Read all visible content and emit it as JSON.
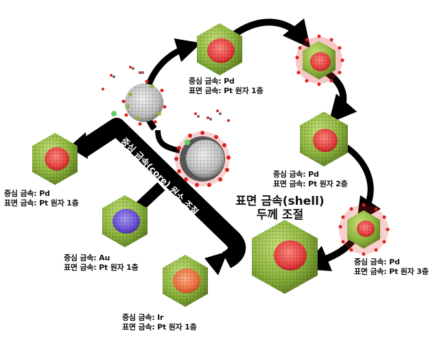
{
  "title_shell": {
    "line1": "표면 금속(shell)",
    "line2": "두께 조절"
  },
  "core_band_text": "중심 금속(core) 원소 조절",
  "colors": {
    "shell_green": "#8fb83f",
    "core_pd_red": "#e8403f",
    "core_au_purple": "#6a4fd6",
    "core_ir_orange": "#f07040",
    "arrow_black": "#000000",
    "ligand_red": "#dd1f1f",
    "ligand_gray": "#666666",
    "intermediate_gray": "#bdbdbd"
  },
  "particles": [
    {
      "id": "top-center",
      "core": "Pd",
      "labels": [
        "중심 금속: Pd",
        "표면 금속: Pt 원자 1층"
      ]
    },
    {
      "id": "right-middle",
      "core": "Pd",
      "labels": [
        "중심 금속: Pd",
        "표면 금속: Pt 원자 2층"
      ]
    },
    {
      "id": "bottom-right",
      "core": "Pd",
      "labels": [
        "중심 금속: Pd",
        "표면 금속: Pt 원자 3층"
      ]
    },
    {
      "id": "left-top",
      "core": "Pd",
      "labels": [
        "중심 금속: Pd",
        "표면 금속: Pt 원자 1층"
      ]
    },
    {
      "id": "left-middle",
      "core": "Au",
      "labels": [
        "중심 금속: Au",
        "표면 금속: Pt 원자 1층"
      ]
    },
    {
      "id": "left-bottom",
      "core": "Ir",
      "labels": [
        "중심 금속: Ir",
        "표면 금속: Pt 원자 1층"
      ]
    }
  ]
}
